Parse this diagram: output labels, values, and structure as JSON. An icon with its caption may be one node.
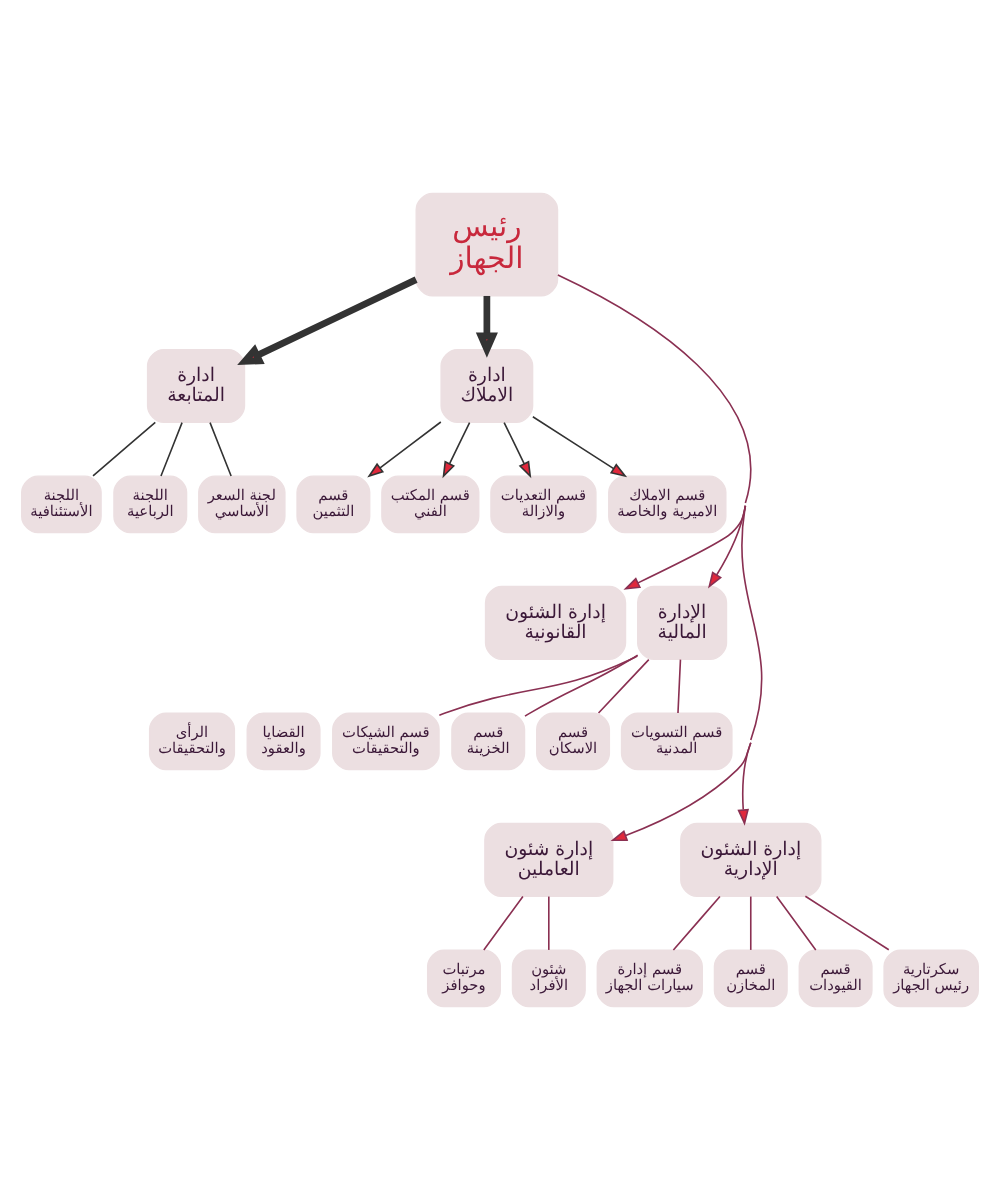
{
  "diagram": {
    "nodes": [
      {
        "text": [
          "رئيس الجهاز"
        ]
      },
      {
        "text": [
          "ادارة المتابعة"
        ]
      },
      {
        "text": [
          "اللجنة الأستئنافية"
        ]
      },
      {
        "text": [
          "اللجنة الرباعية"
        ]
      },
      {
        "text": [
          "لجنة السعر الأساسي"
        ]
      },
      {
        "text": [
          "ادارة الاملاك"
        ]
      },
      {
        "text": [
          "قسم التثمين"
        ]
      },
      {
        "text": [
          "قسم المكتب الفني"
        ]
      },
      {
        "text": [
          "قسم التعديات والازالة"
        ]
      },
      {
        "text": [
          "قسم الاملاك الاميرية والخاصة"
        ]
      },
      {
        "text": [
          "إدارة الشئون القانونية"
        ]
      },
      {
        "text": [
          "الرأى والتحقيقات"
        ]
      },
      {
        "text": [
          "القضايا والعقود"
        ]
      },
      {
        "text": [
          "الإدارة المالية"
        ]
      },
      {
        "text": [
          "قسم الشيكات والتحقيقات"
        ]
      },
      {
        "text": [
          "قسم الخزينة"
        ]
      },
      {
        "text": [
          "قسم الاسكان"
        ]
      },
      {
        "text": [
          "قسم التسويات المدنية"
        ]
      },
      {
        "text": [
          "إدارة شئون العاملين"
        ]
      },
      {
        "text": [
          "مرتبات وحوافز"
        ]
      },
      {
        "text": [
          "شئون الأفراد"
        ]
      },
      {
        "text": [
          "إدارة الشئون الإدارية"
        ]
      },
      {
        "text": [
          "قسم إدارة سيارات الجهاز"
        ]
      },
      {
        "text": [
          "قسم المخازن"
        ]
      },
      {
        "text": [
          "قسم القيودات"
        ]
      },
      {
        "text": [
          "سكرتارية رئيس الجهاز"
        ]
      }
    ],
    "edges": [
      {
        "from": 0,
        "to": 1,
        "arrow": "to",
        "style": "thick",
        "color": "#333333"
      },
      {
        "from": 1,
        "to": 2,
        "arrow": "none",
        "color": "#333333"
      },
      {
        "from": 1,
        "to": 3,
        "arrow": "none",
        "color": "#333333"
      },
      {
        "from": 1,
        "to": 4,
        "arrow": "none",
        "color": "#333333"
      },
      {
        "from": 0,
        "to": 5,
        "arrow": "to",
        "style": "thick",
        "color": "#333333"
      },
      {
        "from": 5,
        "to": 6,
        "arrow": "to",
        "color": "#333333"
      },
      {
        "from": 5,
        "to": 7,
        "arrow": "to",
        "color": "#333333"
      },
      {
        "from": 5,
        "to": 8,
        "arrow": "to",
        "color": "#333333"
      },
      {
        "from": 5,
        "to": 9,
        "arrow": "to",
        "color": "#333333"
      },
      {
        "from": 0,
        "to": 10,
        "arrow": "to"
      },
      {
        "from": 0,
        "to": 13,
        "arrow": "to"
      },
      {
        "from": 13,
        "to": 14,
        "arrow": "none"
      },
      {
        "from": 13,
        "to": 15,
        "arrow": "none"
      },
      {
        "from": 13,
        "to": 16,
        "arrow": "none"
      },
      {
        "from": 13,
        "to": 17,
        "arrow": "none"
      },
      {
        "from": 0,
        "to": 18,
        "arrow": "to"
      },
      {
        "from": 18,
        "to": 19,
        "arrow": "none"
      },
      {
        "from": 18,
        "to": 20,
        "arrow": "none"
      },
      {
        "from": 0,
        "to": 21,
        "arrow": "to"
      },
      {
        "from": 21,
        "to": 22,
        "arrow": "none"
      },
      {
        "from": 21,
        "to": 23,
        "arrow": "none"
      },
      {
        "from": 21,
        "to": 24,
        "arrow": "none"
      },
      {
        "from": 21,
        "to": 25,
        "arrow": "none"
      }
    ]
  }
}
